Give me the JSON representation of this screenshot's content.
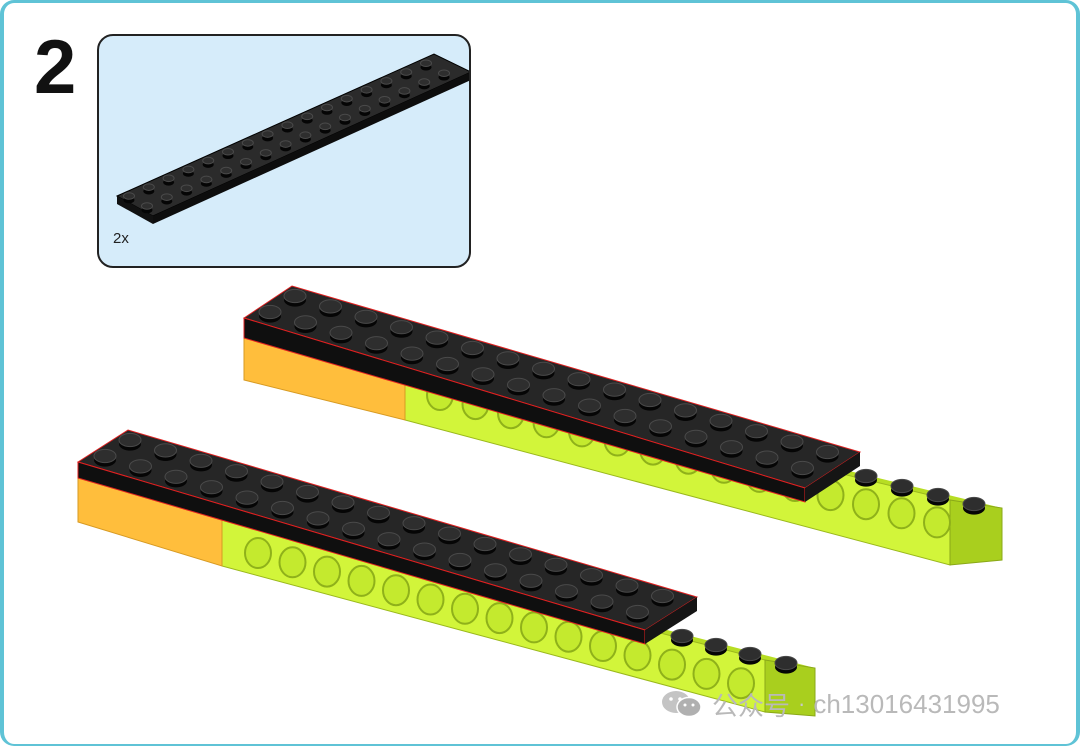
{
  "step": {
    "number": "2"
  },
  "parts_callout": {
    "quantity": "2x",
    "part_color": "#1b1b1b"
  },
  "colors": {
    "plate": "#1c1c1c",
    "beam_green": "#c8f02a",
    "beam_orange": "#ffbe3c",
    "callout_bg": "#d6ecfa",
    "frame": "#5fc3d6",
    "highlight_edge": "#e02020"
  },
  "watermark": {
    "icon": "wechat-icon",
    "label": "公众号",
    "separator": "·",
    "account": "ch13016431995"
  }
}
